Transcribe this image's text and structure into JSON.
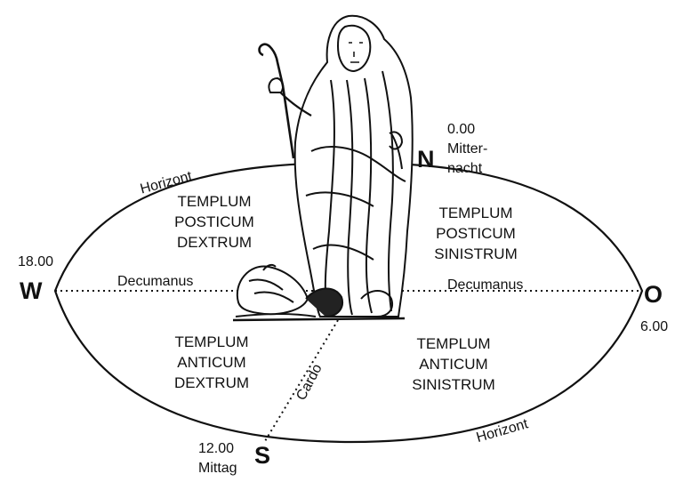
{
  "cardinal": {
    "north": "N",
    "south": "S",
    "west": "W",
    "east": "O"
  },
  "times": {
    "north_time": "0.00",
    "north_label_line1": "Mitter-",
    "north_label_line2": "nacht",
    "south_time": "12.00",
    "south_label": "Mittag",
    "west_time": "18.00",
    "east_time": "6.00"
  },
  "horizon": {
    "left_label": "Horizont",
    "right_label": "Horizont"
  },
  "axes": {
    "decumanus_west": "Decumanus",
    "decumanus_east": "Decumanus",
    "cardo": "Cardo"
  },
  "quadrants": {
    "posticum_dextrum": [
      "TEMPLUM",
      "POSTICUM",
      "DEXTRUM"
    ],
    "posticum_sinistrum": [
      "TEMPLUM",
      "POSTICUM",
      "SINISTRUM"
    ],
    "anticum_dextrum": [
      "TEMPLUM",
      "ANTICUM",
      "DEXTRUM"
    ],
    "anticum_sinistrum": [
      "TEMPLUM",
      "ANTICUM",
      "SINISTRUM"
    ]
  },
  "colors": {
    "ink": "#111111",
    "background": "#ffffff"
  },
  "icons": {
    "augur_figure": "augur-statue-illustration"
  }
}
